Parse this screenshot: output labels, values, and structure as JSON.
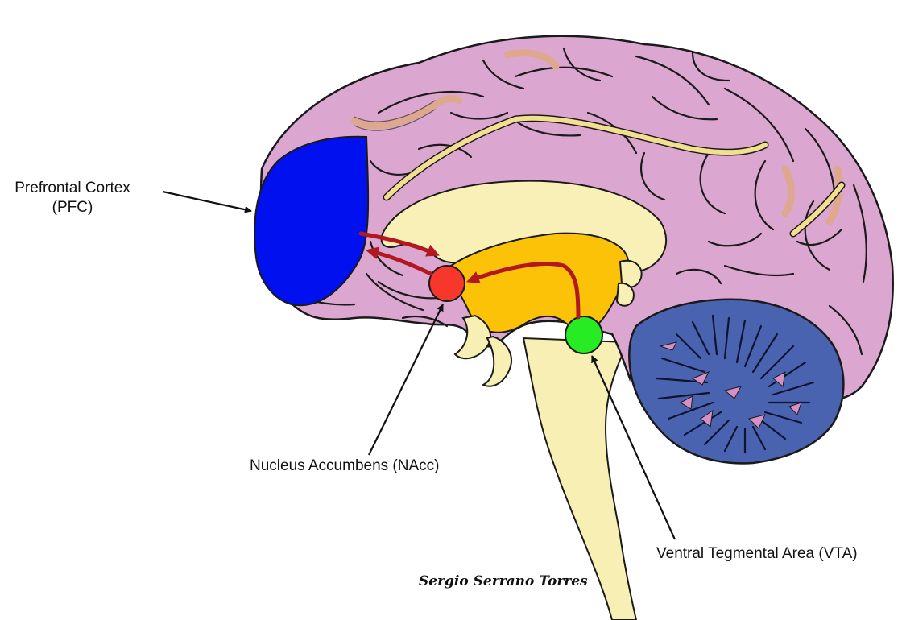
{
  "labels": {
    "pfc_line1": "Prefrontal Cortex",
    "pfc_line2": "(PFC)",
    "nacc": "Nucleus Accumbens (NAcc)",
    "vta": "Ventral Tegmental Area (VTA)"
  },
  "signature": "Sergio Serrano Torres",
  "colors": {
    "cortex": "#dba7d0",
    "cortex_outline": "#1a1a1a",
    "gyrus_accent": "#dea88f",
    "corpus_callosum": "#f9f0b8",
    "thin_band": "#f3df90",
    "midbrain": "#fbc208",
    "brainstem": "#f7efb4",
    "pfc": "#0010ee",
    "nacc": "#f8372c",
    "vta": "#27ec23",
    "cerebellum": "#4a63b0",
    "cerebellum_accent": "#d690c4",
    "pathway": "#b21820"
  }
}
